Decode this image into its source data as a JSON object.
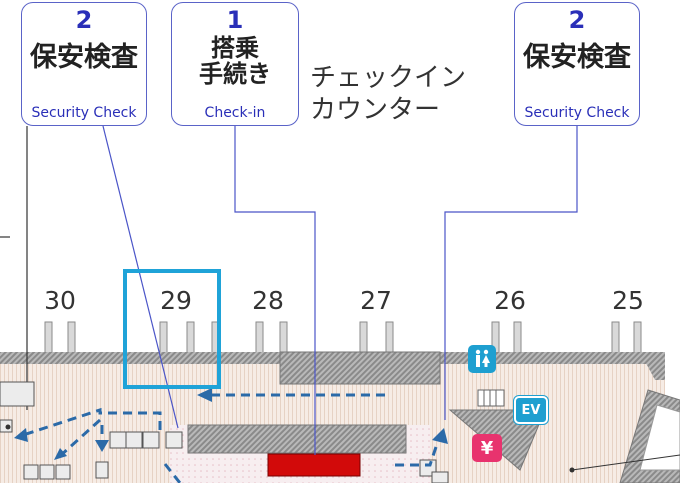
{
  "callouts": [
    {
      "id": "security-left",
      "num": "2",
      "jp": "保安検査",
      "en": "Security Check"
    },
    {
      "id": "checkin",
      "num": "1",
      "jp_line1": "搭乗",
      "jp_line2": "手続き",
      "en": "Check-in"
    },
    {
      "id": "security-right",
      "num": "2",
      "jp": "保安検査",
      "en": "Security Check"
    }
  ],
  "counter_label": {
    "line1": "チェックイン",
    "line2": "カウンター"
  },
  "gates": [
    "30",
    "29",
    "28",
    "27",
    "26",
    "25"
  ],
  "highlighted_gate": "29",
  "icons": {
    "restroom": "restroom-icon",
    "elevator": "EV",
    "currency": "¥"
  },
  "colors": {
    "callout_border": "#5a63c8",
    "callout_text": "#2a2fb8",
    "highlight": "#1fa3d8",
    "counter": "#d20a0a",
    "route": "#2b6aa8",
    "restroom": "#1e9fd0",
    "currency": "#e8336e"
  }
}
